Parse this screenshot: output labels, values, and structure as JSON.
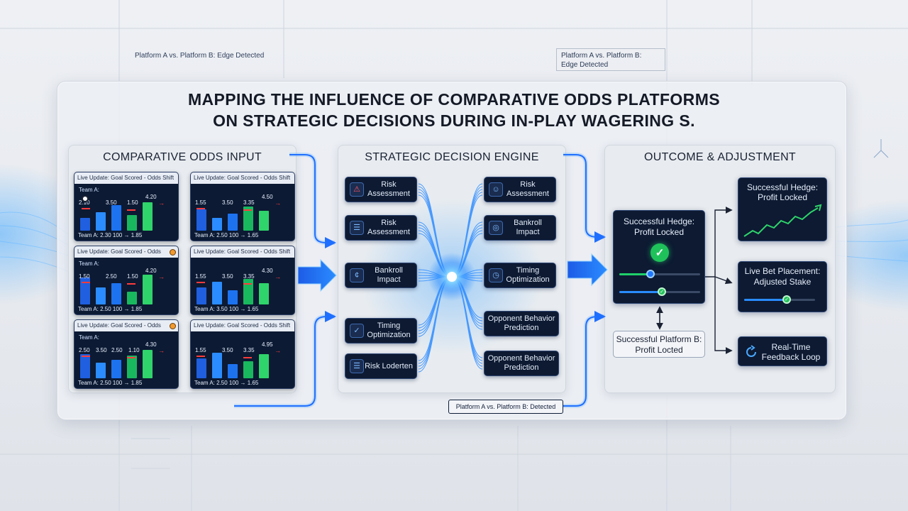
{
  "header_notes": {
    "left_note": "Platform A vs. Platform B: Edge Detected",
    "box_note_line1": "Platform A vs. Platform B:",
    "box_note_line2": "Edge Detected"
  },
  "title": {
    "line1": "MAPPING THE INFLUENCE OF COMPARATIVE ODDS PLATFORMS",
    "line2": "ON STRATEGIC DECISIONS DURING IN-PLAY WAGERING S."
  },
  "sections": {
    "input_title": "COMPARATIVE ODDS INPUT",
    "engine_title": "STRATEGIC DECISION ENGINE",
    "outcome_title": "OUTCOME & ADJUSTMENT"
  },
  "odds_cards": [
    {
      "header": "Live Update: Goal Scored - Odds Shift",
      "team": "Team A:",
      "odds": [
        "2.10",
        "3.50",
        "1.50",
        "4.20"
      ],
      "footer": "Team A: 2.30 100 → 1.85"
    },
    {
      "header": "Live Update: Goal Scored - Odds Shift",
      "team": "",
      "odds": [
        "1.55",
        "3.50",
        "3.35",
        "4.50"
      ],
      "footer": "Team A: 2.50 100 → 1.65"
    },
    {
      "header": "Live Update: Goal Scored - Odds",
      "team": "Team A:",
      "odds": [
        "1.50",
        "2.50",
        "1.50",
        "4.20"
      ],
      "footer": "Team A: 2.50 100 → 1.85"
    },
    {
      "header": "Live Update: Goal Scored - Odds Shift",
      "team": "",
      "odds": [
        "1.55",
        "3.50",
        "3.35",
        "4.30"
      ],
      "footer": "Team A: 3.50 100 → 1.65"
    },
    {
      "header": "Live Update: Goal Scored - Odds",
      "team": "Team A:",
      "odds": [
        "2.50",
        "3.50",
        "2.50",
        "1.10",
        "4.30"
      ],
      "footer": "Team A: 2.50 100 → 1.85"
    },
    {
      "header": "Live Update: Goal Scored - Odds Shift",
      "team": "",
      "odds": [
        "1.55",
        "3.50",
        "3.35",
        "4.95"
      ],
      "footer": "Team A: 2.50 100 → 1.65"
    }
  ],
  "engine_nodes": {
    "left": [
      "Risk Assessment",
      "Risk Assessment",
      "Bankroll Impact",
      "Timing Optimization",
      "Risk Loderten"
    ],
    "right": [
      "Risk Assessment",
      "Bankroll Impact",
      "Timing Optimization",
      "Opponent Behavior Prediction",
      "Opponent Behavior Prediction"
    ]
  },
  "engine_icons": {
    "left": [
      "alert-icon",
      "list-icon",
      "coin-icon",
      "check-icon",
      "list-icon"
    ],
    "right": [
      "user-icon",
      "target-icon",
      "clock-icon",
      "",
      ""
    ]
  },
  "outcome": {
    "hedge_center_line1": "Successful Hedge:",
    "hedge_center_line2": "Profit Locked",
    "platform_box_line1": "Successful Platform B:",
    "platform_box_line2": "Profit Locted",
    "hedge_top_line1": "Successful Hedge:",
    "hedge_top_line2": "Profit Locked",
    "live_bet_line1": "Live Bet Placement:",
    "live_bet_line2": "Adjusted Stake",
    "feedback_line1": "Real-Time",
    "feedback_line2": "Feedback Loop"
  },
  "bottom_label": "Platform A vs. Platform B: Detected",
  "colors": {
    "accent_blue": "#1f6fff",
    "dark_card": "#0d1a32",
    "green": "#1fc25a",
    "red": "#ff3b3b"
  }
}
